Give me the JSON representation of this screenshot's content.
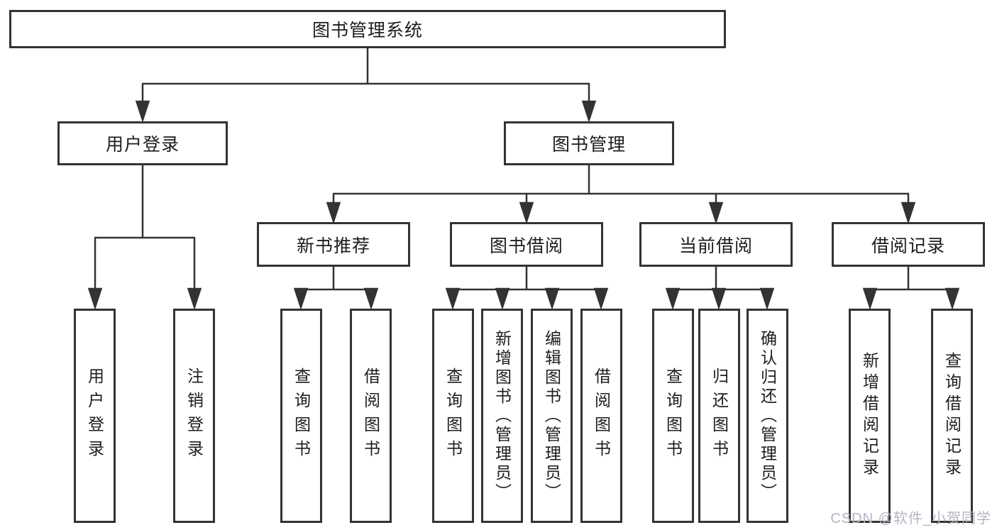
{
  "tree": {
    "root": {
      "label": "图书管理系统",
      "children": [
        {
          "label": "用户登录",
          "children": [
            {
              "label": "用户登录"
            },
            {
              "label": "注销登录"
            }
          ]
        },
        {
          "label": "图书管理",
          "children": [
            {
              "label": "新书推荐",
              "children": [
                {
                  "label": "查询图书"
                },
                {
                  "label": "借阅图书"
                }
              ]
            },
            {
              "label": "图书借阅",
              "children": [
                {
                  "label": "查询图书"
                },
                {
                  "label": "新增图书（管理员）"
                },
                {
                  "label": "编辑图书（管理员）"
                },
                {
                  "label": "借阅图书"
                }
              ]
            },
            {
              "label": "当前借阅",
              "children": [
                {
                  "label": "查询图书"
                },
                {
                  "label": "归还图书"
                },
                {
                  "label": "确认归还（管理员）"
                }
              ]
            },
            {
              "label": "借阅记录",
              "children": [
                {
                  "label": "新增借阅记录"
                },
                {
                  "label": "查询借阅记录"
                }
              ]
            }
          ]
        }
      ]
    }
  },
  "watermark": {
    "text": "CSDN @软件_小贺同学"
  },
  "colors": {
    "line": "#333333",
    "box_border": "#333333",
    "text": "#1d1d1d",
    "watermark": "#b2b6c2",
    "background": "#ffffff"
  }
}
